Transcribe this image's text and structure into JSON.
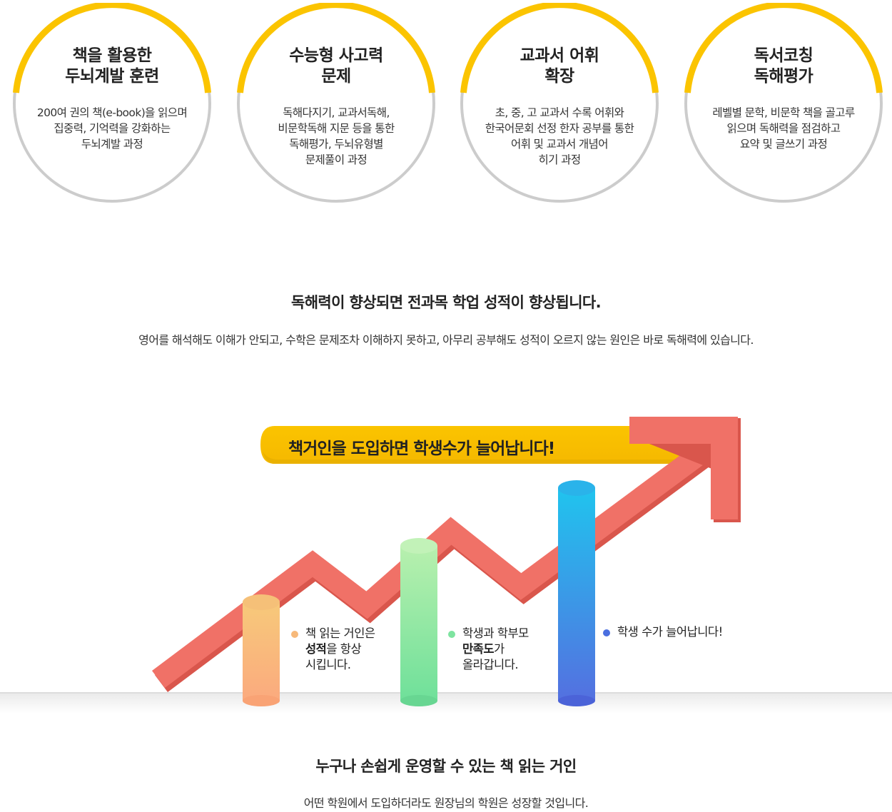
{
  "circles": [
    {
      "title_line1": "책을 활용한",
      "title_line2": "두뇌계발 훈련",
      "desc": [
        "200여 권의 책(e-book)을 읽으며",
        "집중력, 기억력을 강화하는",
        "두뇌계발 과정"
      ]
    },
    {
      "title_line1": "수능형 사고력",
      "title_line2": "문제",
      "desc": [
        "독해다지기, 교과서독해,",
        "비문학독해 지문 등을 통한",
        "독해평가, 두뇌유형별",
        "문제풀이 과정"
      ]
    },
    {
      "title_line1": "교과서 어휘",
      "title_line2": "확장",
      "desc": [
        "초, 중, 고 교과서 수록 어휘와",
        "한국어문회 선정 한자 공부를 통한",
        "어휘 및 교과서 개념어",
        "히기 과정"
      ]
    },
    {
      "title_line1": "독서코칭",
      "title_line2": "독해평가",
      "desc": [
        "레벨별 문학, 비문학 책을 골고루",
        "읽으며 독해력을 점검하고",
        "요약 및 글쓰기 과정"
      ]
    }
  ],
  "section1": {
    "headline": "독해력이 향상되면 전과목 학업 성적이 향상됩니다.",
    "subline": "영어를 해석해도 이해가 안되고, 수학은 문제조차 이해하지 못하고, 아무리 공부해도 성적이 오르지 않는 원인은 바로 독해력에 있습니다."
  },
  "banner": {
    "text": "책거인을 도입하면 학생수가 늘어납니다!"
  },
  "notes": [
    {
      "pre": "책 읽는 거인은",
      "bold": "성적",
      "mid": "을 항상",
      "post": "시킵니다.",
      "color": "#f7b97a"
    },
    {
      "pre": "학생과 학부모",
      "bold": "만족도",
      "mid": "가",
      "post": "올라갑니다.",
      "color": "#7ee4a0"
    },
    {
      "pre": "학생 수가 늘어납니다!",
      "bold": "",
      "mid": "",
      "post": "",
      "color": "#4a6fe0"
    }
  ],
  "section2": {
    "headline": "누구나 손쉽게 운영할 수 있는 책 읽는 거인",
    "subline": "어떤 학원에서 도입하더라도 원장님의 학원은 성장할 것입니다."
  },
  "colors": {
    "accent": "#fbc400",
    "ring": "#cccccc",
    "arrow": "#f07167"
  }
}
